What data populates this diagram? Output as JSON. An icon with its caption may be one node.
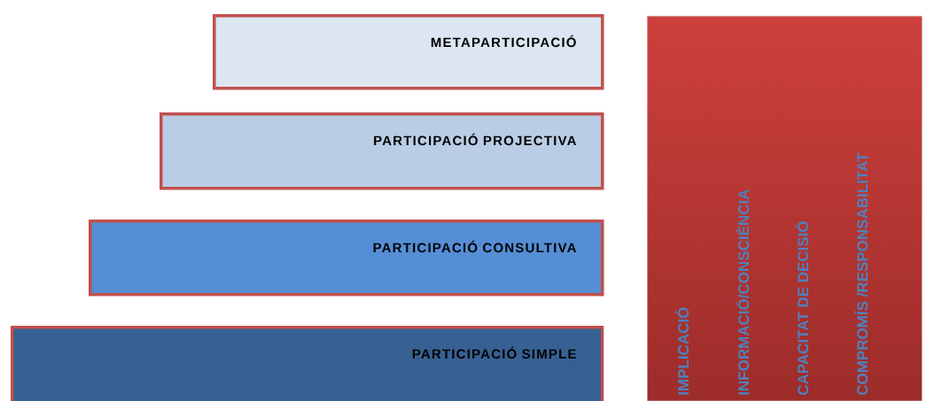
{
  "diagram": {
    "nodes": [
      {
        "text": [
          "METAPARTICIPACIÓ"
        ]
      },
      {
        "text": [
          "PARTICIPACIÓ PROJECTIVA"
        ]
      },
      {
        "text": [
          "PARTICIPACIÓ CONSULTIVA"
        ]
      },
      {
        "text": [
          "PARTICIPACIÓ SIMPLE"
        ]
      },
      {
        "text": [
          "IMPLICACIÓ",
          "INFORMACIÓ/CONSCIÈNCIA",
          "CAPACITAT DE DECISIÓ",
          "COMPROMÍS /RESPONSABILITAT"
        ]
      }
    ]
  }
}
